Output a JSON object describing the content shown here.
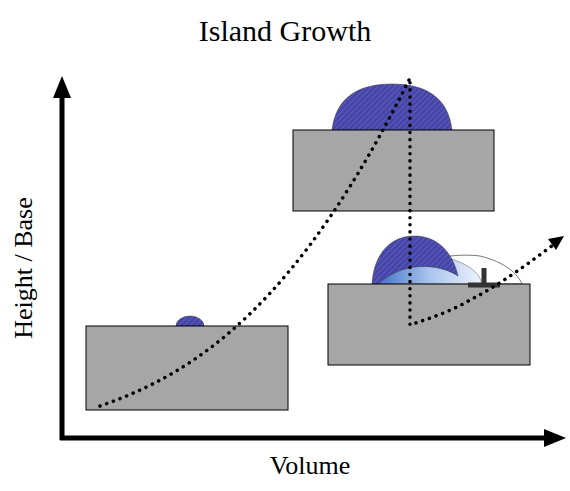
{
  "diagram": {
    "title": "Island Growth",
    "labels": [
      "Height / Base",
      "Volume"
    ]
  }
}
